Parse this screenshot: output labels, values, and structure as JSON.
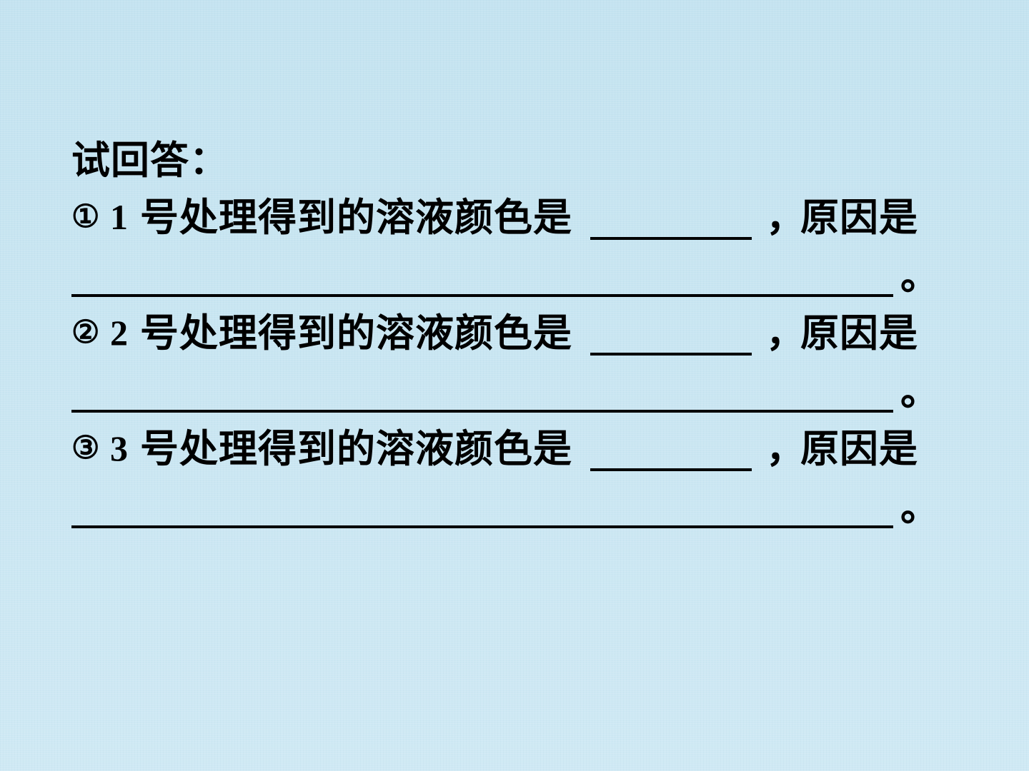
{
  "intro": {
    "text": "试回答："
  },
  "questions": [
    {
      "marker": "①",
      "number": "1",
      "text": "号处理得到的溶液颜色是",
      "comma": "，",
      "reason_label": "原因是",
      "period": "。"
    },
    {
      "marker": "②",
      "number": "2",
      "text": "号处理得到的溶液颜色是",
      "comma": "，",
      "reason_label": "原因是",
      "period": "。"
    },
    {
      "marker": "③",
      "number": "3",
      "text": "号处理得到的溶液颜色是",
      "comma": "，",
      "reason_label": "原因是",
      "period": "。"
    }
  ],
  "colors": {
    "background": "#c9e6f2",
    "text": "#000000"
  }
}
